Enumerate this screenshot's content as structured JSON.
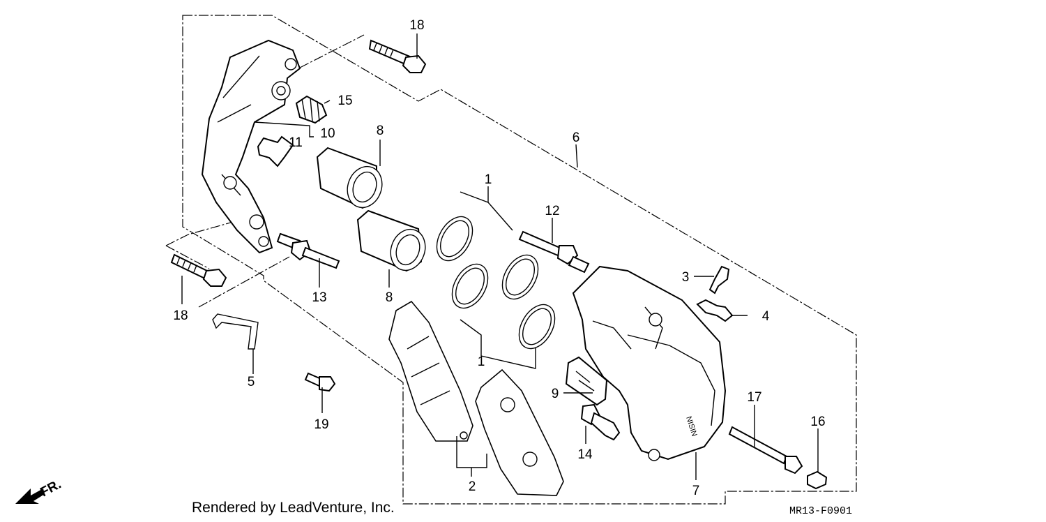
{
  "diagram": {
    "callouts": {
      "c1a": "1",
      "c1b": "1",
      "c2": "2",
      "c3": "3",
      "c4": "4",
      "c5": "5",
      "c6": "6",
      "c7": "7",
      "c8a": "8",
      "c8b": "8",
      "c9": "9",
      "c10": "10",
      "c11": "11",
      "c12": "12",
      "c13": "13",
      "c14": "14",
      "c15": "15",
      "c16": "16",
      "c17": "17",
      "c18a": "18",
      "c18b": "18",
      "c19": "19"
    },
    "caliper_marking": "NISIN",
    "front_arrow": "FR."
  },
  "footer": {
    "credit": "Rendered by LeadVenture, Inc.",
    "code": "MR13-F0901"
  },
  "colors": {
    "ink": "#000000",
    "paper": "#ffffff"
  }
}
